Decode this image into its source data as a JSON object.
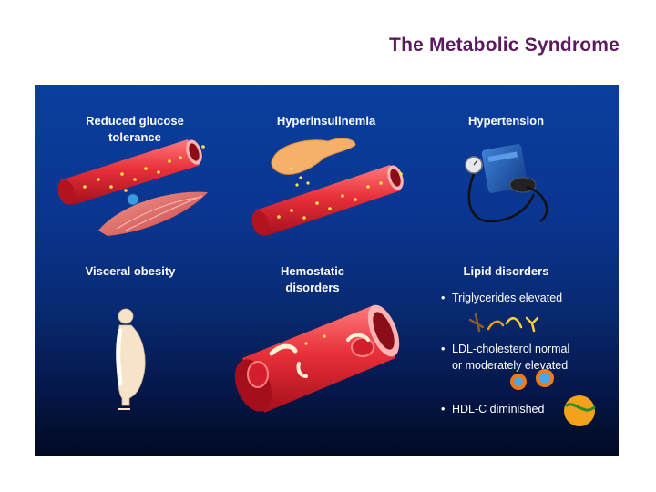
{
  "slide": {
    "title": "The Metabolic Syndrome"
  },
  "panels": {
    "glucose": {
      "line1": "Reduced glucose",
      "line2": "tolerance"
    },
    "insulin": {
      "label": "Hyperinsulinemia"
    },
    "hypertension": {
      "label": "Hypertension"
    },
    "obesity": {
      "label": "Visceral obesity"
    },
    "hemostatic": {
      "line1": "Hemostatic",
      "line2": "disorders"
    },
    "lipid": {
      "label": "Lipid disorders",
      "bullets": [
        {
          "lines": [
            "Triglycerides elevated"
          ]
        },
        {
          "lines": [
            "LDL-cholesterol normal",
            "or moderately elevated"
          ]
        },
        {
          "lines": [
            "HDL-C diminished"
          ]
        }
      ]
    }
  },
  "colors": {
    "title": "#5b1a5e",
    "panel_top": "#0a3f9e",
    "panel_bottom": "#020a22",
    "vessel": "#e8303a",
    "glucose_dot": "#ffe34d"
  },
  "icons": [
    "blood-vessel-icon",
    "muscle-icon",
    "pancreas-icon",
    "blood-pressure-cuff-icon",
    "body-silhouette-icon",
    "blood-cell-icon",
    "lipoprotein-icon"
  ]
}
